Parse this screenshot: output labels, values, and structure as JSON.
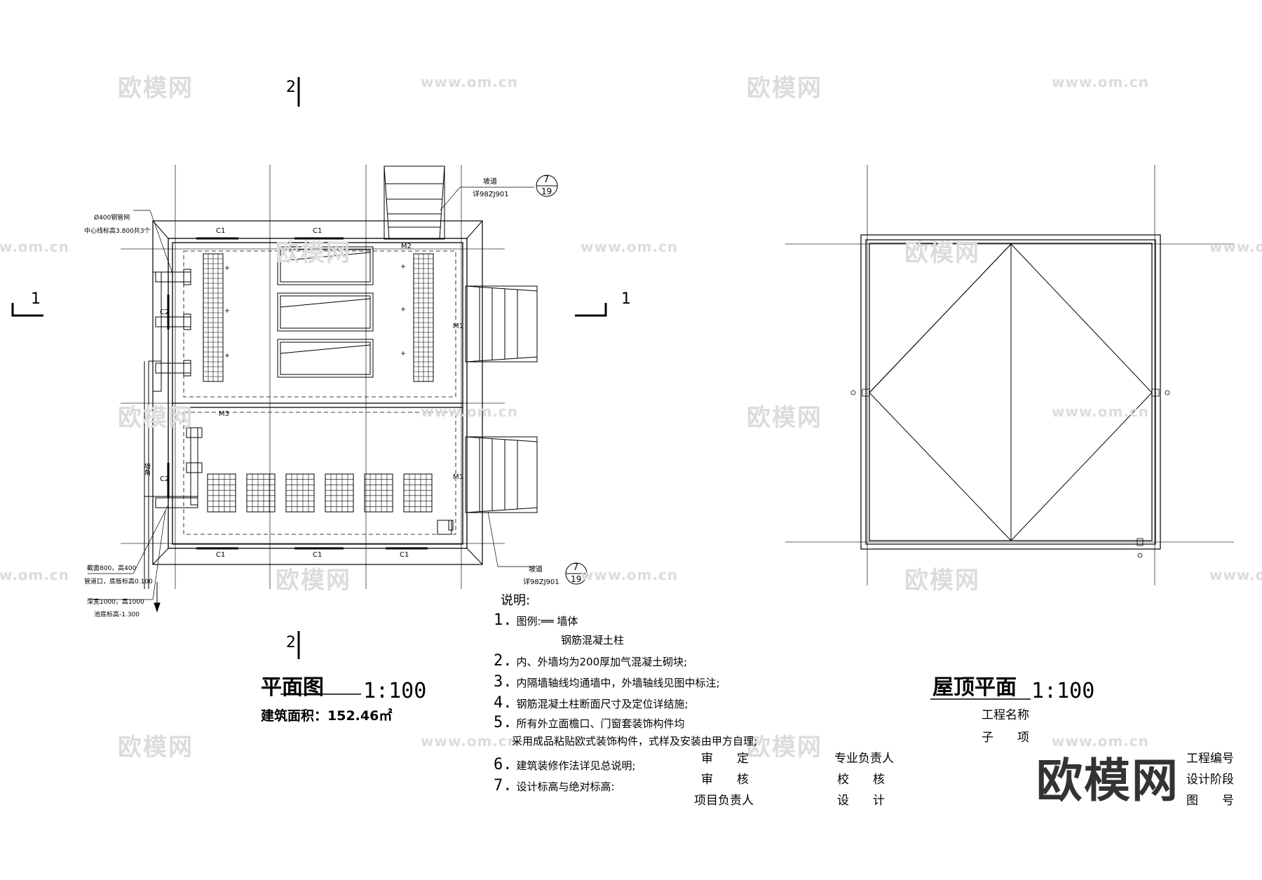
{
  "watermark": {
    "cn": "欧模网",
    "url": "www.om.cn"
  },
  "logo": "欧模网",
  "plan": {
    "title": "平面图",
    "scale": "1:100",
    "area": "建筑面积：152.46㎡",
    "section_marks": [
      "1",
      "1",
      "2",
      "2"
    ],
    "labels": {
      "c1": "C1",
      "c2": "C2",
      "m1": "M1",
      "m2": "M2",
      "m3": "M3",
      "ramp": "坡道",
      "ramp_ref": "详98ZJ901",
      "detail_num": "7",
      "detail_sheet": "19",
      "pipe": "Ø400钢管网",
      "pipe_elev": "中心线标高3.800共3个",
      "bottom1": "截面800，高400",
      "bottom2": "管道口，底板标高0.100",
      "bottom3": "深宽1000，高1000",
      "bottom4": "池底标高-1.300",
      "wall_note": "墙角"
    }
  },
  "roof": {
    "title": "屋顶平面",
    "scale": "1:100"
  },
  "notes": {
    "heading": "说明:",
    "items": [
      {
        "n": "1.",
        "text": "图例:══  墙体"
      },
      {
        "n": "",
        "text": "钢筋混凝土柱"
      },
      {
        "n": "2.",
        "text": "内、外墙均为200厚加气混凝土砌块;"
      },
      {
        "n": "3.",
        "text": "内隔墙轴线均通墙中，外墙轴线见图中标注;"
      },
      {
        "n": "4.",
        "text": "钢筋混凝土柱断面尺寸及定位详结施;"
      },
      {
        "n": "5.",
        "text": "所有外立面檐口、门窗套装饰构件均"
      },
      {
        "n": "",
        "text": "采用成品粘贴欧式装饰构件，式样及安装由甲方自理;"
      },
      {
        "n": "6.",
        "text": "建筑装修作法详见总说明;"
      },
      {
        "n": "7.",
        "text": "设计标高与绝对标高:"
      }
    ]
  },
  "titleblock": {
    "project_name": "工程名称",
    "sub_item": "子　　项",
    "col1": [
      "审　　定",
      "审　　核",
      "项目负责人"
    ],
    "col2": [
      "专业负责人",
      "校　　核",
      "设　　计"
    ],
    "col3": [
      "工程编号",
      "设计阶段",
      "图　　号"
    ]
  }
}
